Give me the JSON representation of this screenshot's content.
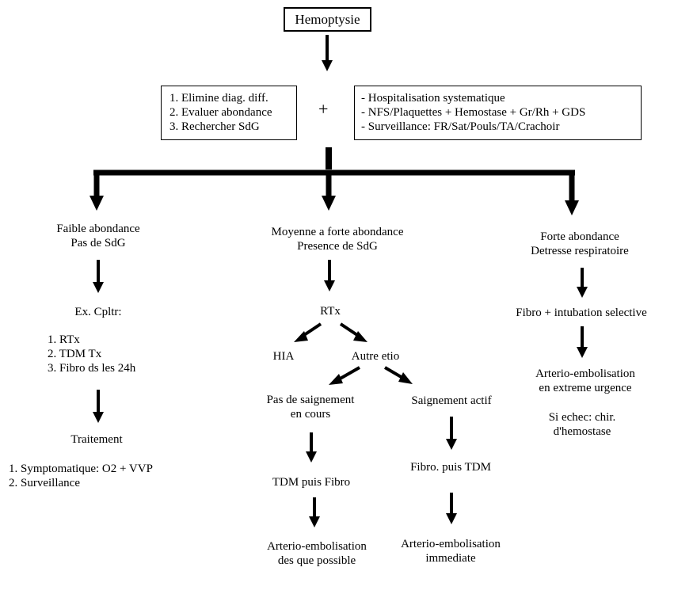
{
  "title": "Hemoptysie",
  "left_box": [
    "1. Elimine diag. diff.",
    "2. Evaluer abondance",
    "3. Rechercher SdG"
  ],
  "plus": "+",
  "right_box": [
    "-  Hospitalisation systematique",
    "- NFS/Plaquettes + Hemostase + Gr/Rh + GDS",
    "- Surveillance: FR/Sat/Pouls/TA/Crachoir"
  ],
  "branch_left": {
    "heading": [
      "Faible abondance",
      "Pas de SdG"
    ],
    "exams_label": "Ex. Cpltr:",
    "exams": [
      "1. RTx",
      "2. TDM Tx",
      "3. Fibro ds les 24h"
    ],
    "treatment_label": "Traitement",
    "treatment": [
      "1. Symptomatique: O2 + VVP",
      "2. Surveillance"
    ]
  },
  "branch_middle": {
    "heading": [
      "Moyenne a forte abondance",
      "Presence de SdG"
    ],
    "rtx": "RTx",
    "hia": "HIA",
    "autre": "Autre etio",
    "no_bleed": [
      "Pas de saignement",
      "en cours"
    ],
    "active_bleed": "Saignement actif",
    "no_bleed_step": "TDM puis Fibro",
    "active_bleed_step": "Fibro. puis TDM",
    "no_bleed_end": [
      "Arterio-embolisation",
      "des que possible"
    ],
    "active_bleed_end": [
      "Arterio-embolisation",
      "immediate"
    ]
  },
  "branch_right": {
    "heading": [
      "Forte abondance",
      "Detresse respiratoire"
    ],
    "step": "Fibro + intubation selective",
    "embolisation": [
      "Arterio-embolisation",
      "en extreme urgence"
    ],
    "failure": [
      "Si echec: chir.",
      "d'hemostase"
    ]
  }
}
